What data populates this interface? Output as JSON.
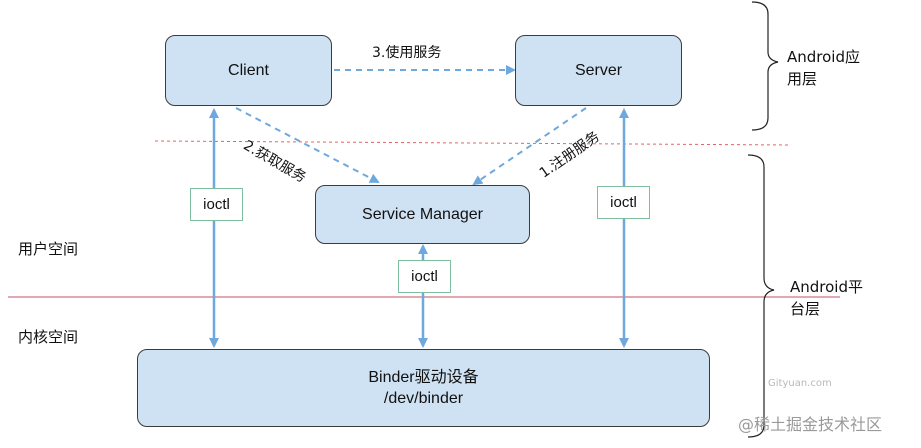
{
  "nodes": {
    "client": "Client",
    "server": "Server",
    "service_manager": "Service Manager",
    "binder_line1": "Binder驱动设备",
    "binder_line2": "/dev/binder"
  },
  "edges": {
    "use_service": "3.使用服务",
    "get_service": "2.获取服务",
    "register_service": "1.注册服务"
  },
  "ioctl_labels": {
    "left": "ioctl",
    "middle": "ioctl",
    "right": "ioctl"
  },
  "regions": {
    "user_space": "用户空间",
    "kernel_space": "内核空间"
  },
  "layers": {
    "app_layer_line1": "Android应",
    "app_layer_line2": "用层",
    "platform_layer_line1": "Android平",
    "platform_layer_line2": "台层"
  },
  "watermarks": {
    "gityuan": "Gityuan.com",
    "juejin": "@稀土掘金技术社区"
  },
  "colors": {
    "box_fill": "#cfe2f3",
    "arrow_blue": "#6fa8dc",
    "divider_red": "#e06666",
    "ioctl_border": "#7fbf9f"
  }
}
